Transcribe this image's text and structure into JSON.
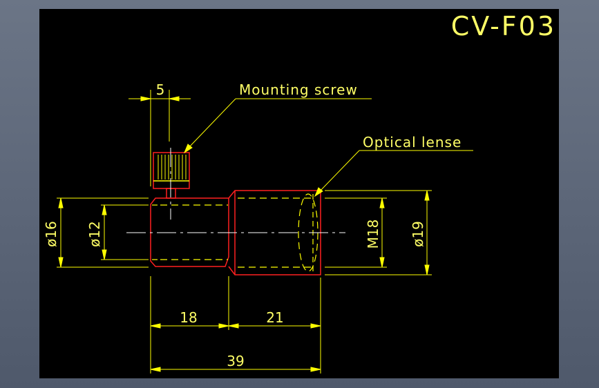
{
  "title": "CV-F03",
  "labels": {
    "mounting_screw": "Mounting screw",
    "optical_lense": "Optical lense"
  },
  "dimensions": {
    "screw_width": "5",
    "dia_outer_left": "ø16",
    "dia_inner_left": "ø12",
    "thread": "M18",
    "dia_outer_right": "ø19",
    "length_left": "18",
    "length_right": "21",
    "length_total": "39"
  },
  "colors": {
    "background": "#000000",
    "dimension": "#ffff00",
    "outline": "#ff2020",
    "hidden_line": "#ffff00",
    "centerline": "#ffffff"
  }
}
